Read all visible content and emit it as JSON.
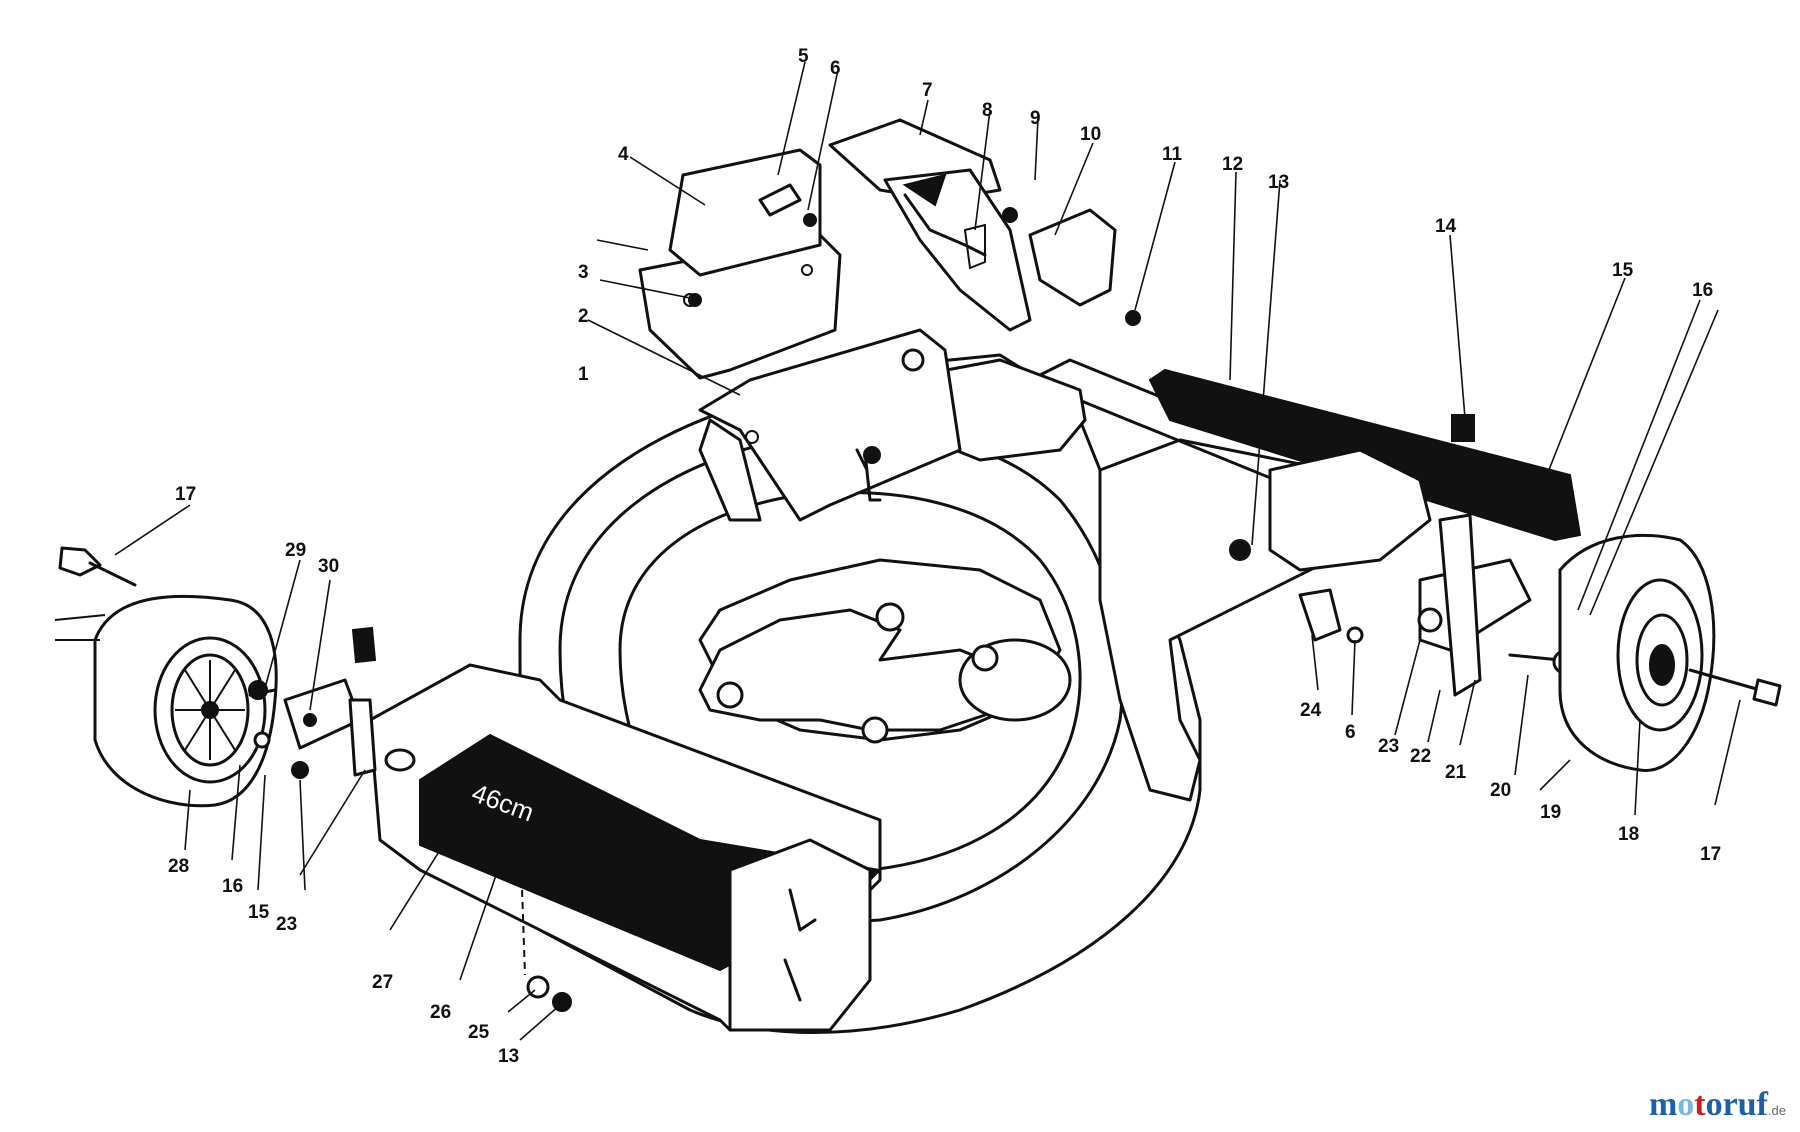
{
  "diagram": {
    "deck_label": "46cm",
    "callouts": [
      "1",
      "2",
      "3",
      "4",
      "5",
      "6",
      "7",
      "8",
      "9",
      "10",
      "11",
      "12",
      "13",
      "14",
      "15",
      "16",
      "17",
      "18",
      "19",
      "20",
      "21",
      "22",
      "23",
      "24",
      "25",
      "26",
      "27",
      "28",
      "29",
      "30"
    ],
    "callouts_extra": [
      "6",
      "13",
      "15",
      "16",
      "17",
      "23"
    ]
  },
  "watermark": {
    "parts": [
      "m",
      "o",
      "t",
      "oruf",
      ".de"
    ]
  },
  "colors": {
    "ink": "#111111",
    "paper": "#ffffff",
    "brand_blue": "#1f5fa8",
    "brand_red": "#c81e1e"
  }
}
